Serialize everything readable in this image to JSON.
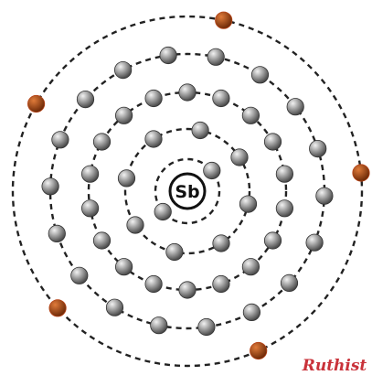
{
  "nucleus": {
    "symbol": "Sb"
  },
  "shells": [
    {
      "name": "shell-1",
      "electrons": 2
    },
    {
      "name": "shell-2",
      "electrons": 8
    },
    {
      "name": "shell-3",
      "electrons": 18
    },
    {
      "name": "shell-4",
      "electrons": 18
    },
    {
      "name": "shell-5",
      "electrons": 5
    }
  ],
  "colors": {
    "background": "#ffffff",
    "orbit": "#222222",
    "electron_inner_light": "#f2f2f2",
    "electron_inner_dark": "#4a4a4a",
    "electron_valence_light": "#e07b3a",
    "electron_valence_dark": "#6e2a08",
    "valence_highlight": "#b84418",
    "nucleus_ring": "#111111",
    "watermark": "#c9323a"
  },
  "watermark": {
    "text": "Ruthist",
    "kind": "logo"
  }
}
